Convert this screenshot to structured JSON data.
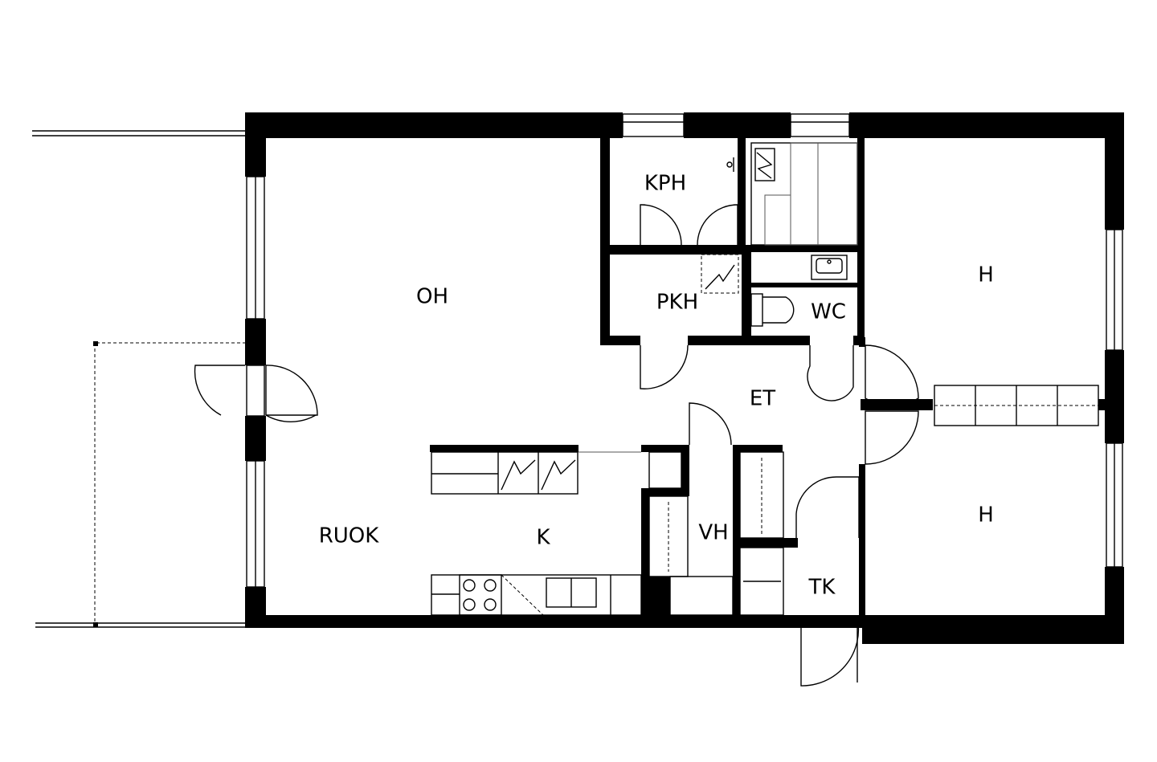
{
  "rooms": {
    "oh": "OH",
    "kph": "KPH",
    "pkh": "PKH",
    "wc": "WC",
    "et": "ET",
    "h1": "H",
    "h2": "H",
    "ruok": "RUOK",
    "k": "K",
    "vh": "VH",
    "tk": "TK"
  }
}
